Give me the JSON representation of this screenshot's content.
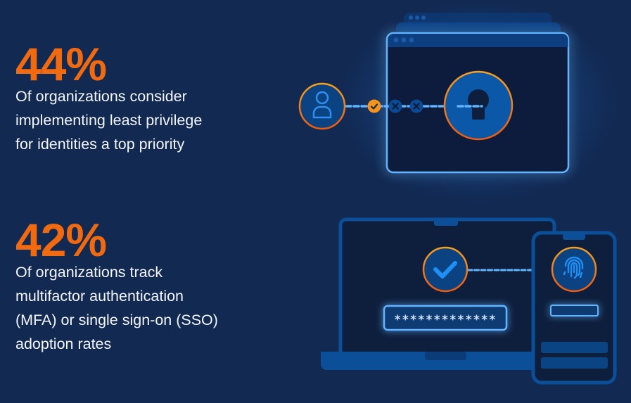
{
  "stats": [
    {
      "value": "44%",
      "lines": [
        "Of organizations consider",
        "implementing least privilege",
        "for identities a top priority"
      ]
    },
    {
      "value": "42%",
      "lines": [
        "Of organizations track",
        "multifactor authentication",
        "(MFA) or single sign-on (SSO)",
        "adoption rates"
      ]
    }
  ],
  "illustrations": {
    "top": {
      "name": "least-privilege-access",
      "icons": [
        "user-icon",
        "check-icon",
        "x-icon",
        "x-icon",
        "keyhole-icon"
      ]
    },
    "bottom": {
      "name": "mfa-login",
      "password_mask": "*************",
      "icons": [
        "check-icon",
        "fingerprint-icon"
      ]
    }
  },
  "colors": {
    "background": "#122952",
    "accent_orange": "#f26a10",
    "glow_blue": "#5fb3ff",
    "panel_dark": "#0e1f3d",
    "mid_blue": "#0b5aa6",
    "text": "#f4f6fa"
  }
}
